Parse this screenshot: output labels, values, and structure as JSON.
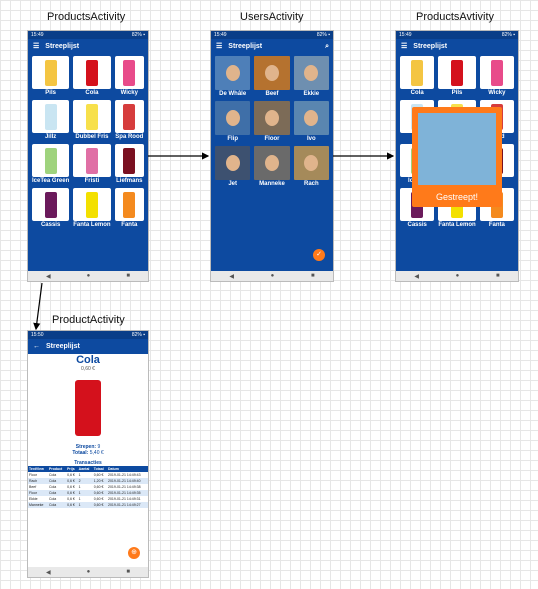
{
  "titles": {
    "products": "ProductsActivity",
    "users": "UsersActivity",
    "products_gestreept": "ProductsAvtivity",
    "product": "ProductActivity"
  },
  "status": {
    "time_left": "15:49",
    "time_right": "15:49",
    "time_bottom": "15:50",
    "battery": "82% ▪"
  },
  "app_title": "Streeplijst",
  "products_left": [
    "Pils",
    "Cola",
    "Wicky",
    "Jillz",
    "Dubbel Fris",
    "Spa Rood",
    "IceTea Green",
    "Fristi",
    "Liefmans",
    "Cassis",
    "Fanta Lemon",
    "Fanta"
  ],
  "products_right_labels": [
    "Cola",
    "Pils",
    "Wicky",
    "",
    "",
    "Rood",
    "IceTea",
    "",
    "",
    "Cassis",
    "Fanta Lemon",
    "Fanta"
  ],
  "users": [
    "De Whâle",
    "Beef",
    "Ekkie",
    "Flip",
    "Floor",
    "Ivo",
    "Jet",
    "Manneke",
    "Rach"
  ],
  "popup": {
    "text": "Gestreept!"
  },
  "product": {
    "name": "Cola",
    "price": "0,60 €",
    "strepen_label": "Strepen:",
    "strepen": "9",
    "totaal_label": "Totaal:",
    "totaal": "5,40 €",
    "transacties": "Transacties",
    "headers": [
      "TextView",
      "Product",
      "Prijs",
      "Aantal",
      "Totaal",
      "Datum"
    ],
    "rows": [
      [
        "Floor",
        "Cola",
        "0,6 €",
        "1",
        "0,60 €",
        "2019-01-21 14:49:43"
      ],
      [
        "Rach",
        "Cola",
        "0,6 €",
        "2",
        "1,20 €",
        "2019-01-21 14:49:40"
      ],
      [
        "Beef",
        "Cola",
        "0,6 €",
        "1",
        "0,60 €",
        "2019-01-21 14:49:38"
      ],
      [
        "Floor",
        "Cola",
        "0,6 €",
        "1",
        "0,60 €",
        "2019-01-21 14:49:35"
      ],
      [
        "Ekkie",
        "Cola",
        "0,6 €",
        "1",
        "0,60 €",
        "2019-01-21 14:49:31"
      ],
      [
        "Manneke",
        "Cola",
        "0,6 €",
        "1",
        "0,60 €",
        "2019-01-21 14:49:27"
      ]
    ]
  },
  "nav": {
    "back": "◀",
    "home": "●",
    "recent": "■"
  },
  "colors": {
    "primary": "#0d4aa0",
    "accent": "#ff7a1a"
  }
}
